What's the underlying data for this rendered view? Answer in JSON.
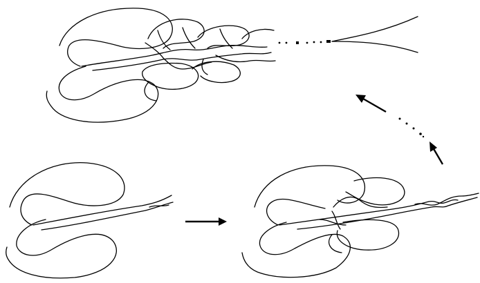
{
  "figure": {
    "background": "#ffffff",
    "stroke_color": "#000000",
    "panels": [
      {
        "id": "initial-knot",
        "description_visible_text": ""
      },
      {
        "id": "iterated-knot",
        "description_visible_text": ""
      },
      {
        "id": "limit-knot",
        "description_visible_text": ""
      }
    ],
    "arrows": [
      {
        "id": "arrow-right",
        "style": "solid"
      },
      {
        "id": "arrow-up",
        "style": "solid"
      },
      {
        "id": "arrow-up-left",
        "style": "solid"
      }
    ],
    "ellipsis_count": 2
  }
}
